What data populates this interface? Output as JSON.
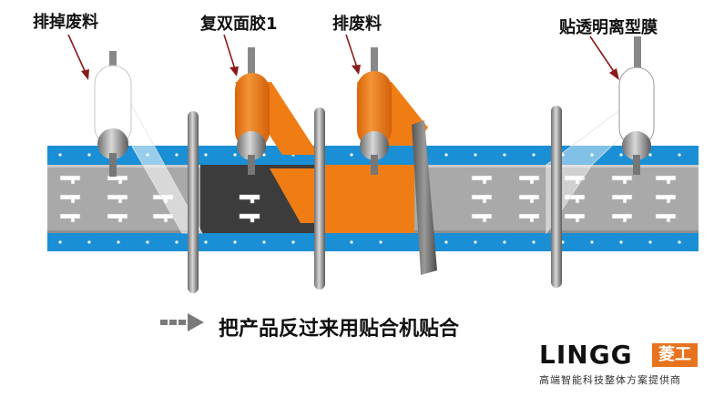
{
  "labels": {
    "discard_waste_left": "排掉废料",
    "double_sided_tape": "复双面胶1",
    "discard_waste_mid": "排废料",
    "apply_release_film": "贴透明离型膜"
  },
  "caption": "把产品反过来用贴合机贴合",
  "brand": {
    "name": "LINGG",
    "badge": "菱工",
    "tagline": "高端智能科技整体方案提供商"
  },
  "colors": {
    "conveyor_blue": "#1a8fd6",
    "conveyor_gray": "#a9a9a9",
    "dark_section": "#3c3c3c",
    "tape_orange": "#f07d14",
    "arrow_red": "#8b1a1a"
  }
}
